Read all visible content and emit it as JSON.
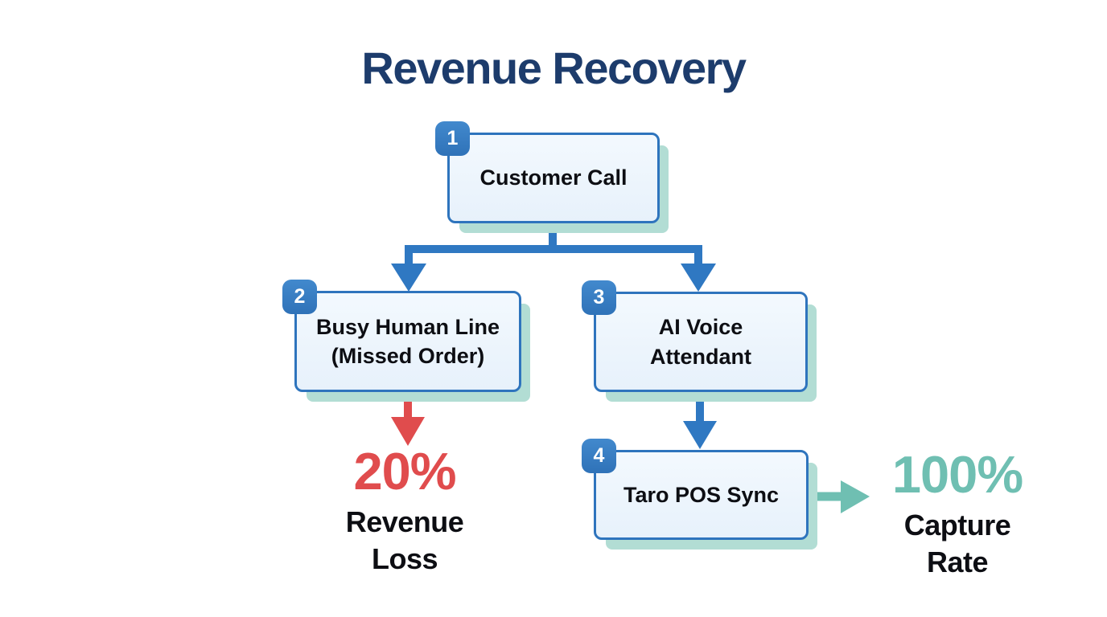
{
  "title": "Revenue Recovery",
  "colors": {
    "navy": "#1d3c6c",
    "flow-blue": "#2f78c2",
    "border-blue": "#2e74bd",
    "shadow-teal": "#b2ddd4",
    "loss-red": "#e04c4d",
    "gain-teal": "#6fbfb2",
    "node-fill-top": "#f3f9fe",
    "node-fill-bot": "#e7f1fb",
    "bg": "#ffffff"
  },
  "diagram": {
    "nodes": [
      {
        "badge": "1",
        "lines": [
          "Customer Call"
        ]
      },
      {
        "badge": "2",
        "lines": [
          "Busy Human Line",
          "(Missed Order)"
        ]
      },
      {
        "badge": "3",
        "lines": [
          "AI Voice",
          "Attendant"
        ]
      },
      {
        "badge": "4",
        "lines": [
          "Taro POS Sync"
        ]
      }
    ],
    "outcomes": [
      {
        "value": "20%",
        "label_lines": [
          "Revenue",
          "Loss"
        ],
        "type": "loss"
      },
      {
        "value": "100%",
        "label_lines": [
          "Capture",
          "Rate"
        ],
        "type": "gain"
      }
    ],
    "edges": [
      {
        "from": "Customer Call",
        "to": "Busy Human Line (Missed Order)",
        "color": "blue"
      },
      {
        "from": "Customer Call",
        "to": "AI Voice Attendant",
        "color": "blue"
      },
      {
        "from": "Busy Human Line (Missed Order)",
        "to": "20% Revenue Loss",
        "color": "red"
      },
      {
        "from": "AI Voice Attendant",
        "to": "Taro POS Sync",
        "color": "blue"
      },
      {
        "from": "Taro POS Sync",
        "to": "100% Capture Rate",
        "color": "teal"
      }
    ]
  }
}
